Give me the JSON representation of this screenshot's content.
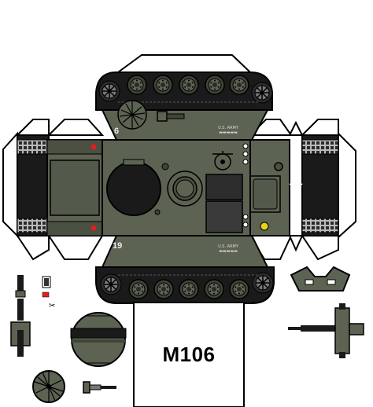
{
  "model_label": "M106",
  "hull_numbers": {
    "front": "19",
    "rear": "6"
  },
  "colors": {
    "olive_drab": "#5c6353",
    "olive_dark": "#3f4539",
    "track_black": "#1a1a1a",
    "grille_gray": "#9a9a9a",
    "star_white": "#ffffff",
    "bridge_plate_yellow": "#e8d21a",
    "tail_light_red": "#e02020",
    "outline": "#000000"
  },
  "icons": [
    "scissors-icon",
    "white-star-icon",
    "road-wheel-icon",
    "sprocket-icon",
    "bridge-plate-icon"
  ]
}
